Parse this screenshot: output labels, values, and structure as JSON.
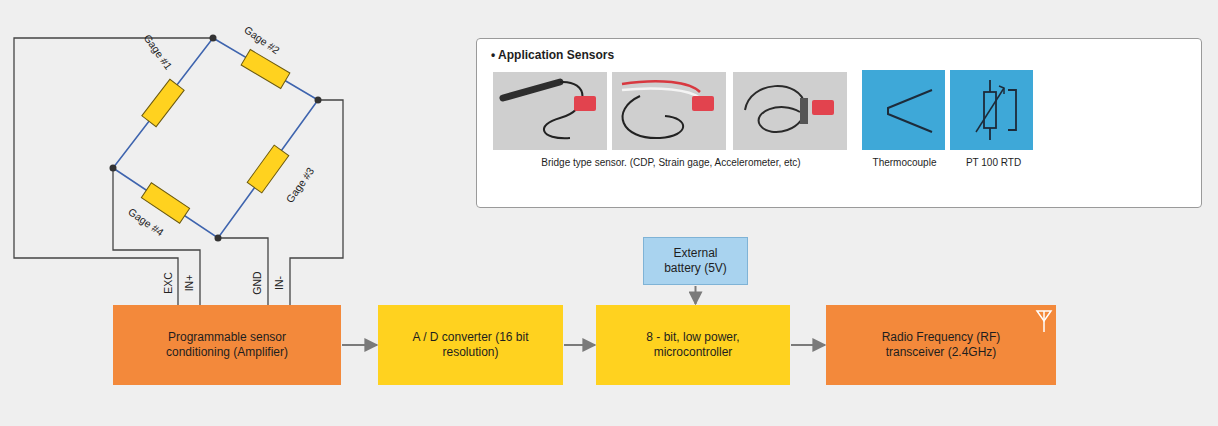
{
  "diagram": {
    "nodes": [
      {
        "text": [
          "• Application Sensors",
          "Bridge type sensor. (CDP, Strain gage, Accelerometer, etc)",
          "Thermocouple",
          "PT 100 RTD"
        ]
      },
      {
        "text": [
          "External battery (5V)"
        ]
      },
      {
        "text": [
          "Programmable sensor conditioning (Amplifier)"
        ]
      },
      {
        "text": [
          "A / D converter (16 bit resolution)"
        ]
      },
      {
        "text": [
          "8 - bit, low power, microcontroller"
        ]
      },
      {
        "text": [
          "Radio Frequency (RF) transceiver (2.4GHz)"
        ]
      }
    ],
    "edges": [
      {
        "from": 2,
        "to": 3,
        "arrow": "to"
      },
      {
        "from": 3,
        "to": 4,
        "arrow": "to"
      },
      {
        "from": 1,
        "to": 4,
        "arrow": "to"
      },
      {
        "from": 4,
        "to": 5,
        "arrow": "to"
      }
    ],
    "labels": [
      "Gage #1",
      "Gage #2",
      "Gage #3",
      "Gage #4",
      "EXC",
      "IN+",
      "GND",
      "IN-"
    ]
  }
}
